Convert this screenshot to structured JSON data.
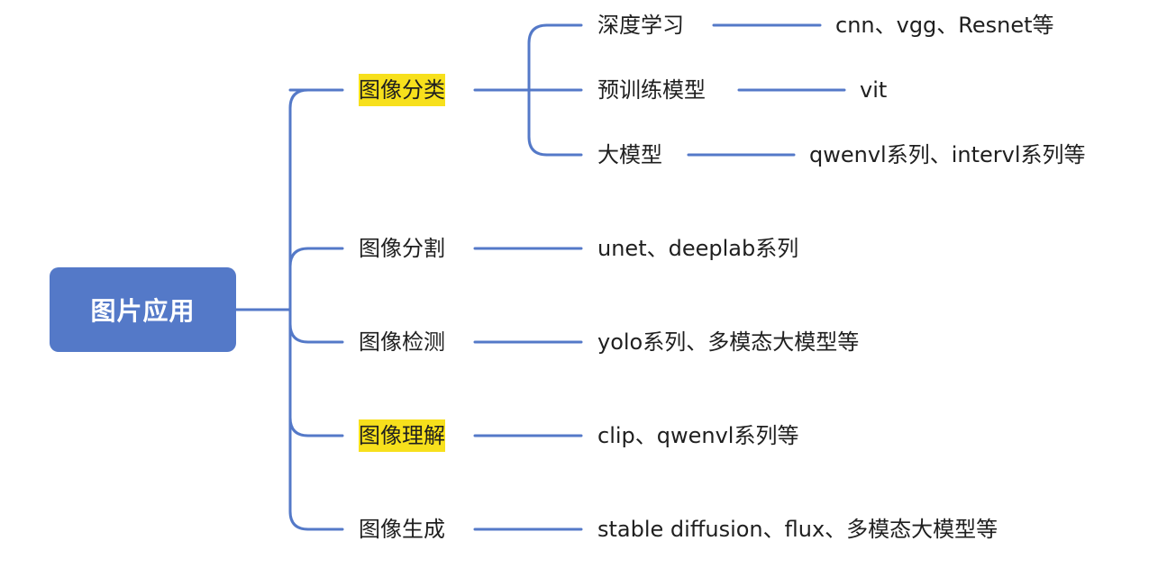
{
  "root": {
    "label": "图片应用"
  },
  "colors": {
    "line": "#5479c8",
    "root_fill": "#5479c8",
    "highlight": "#f7e01c",
    "text": "#1f1f1f"
  },
  "branches": [
    {
      "label": "图像分类",
      "highlighted": true,
      "children": [
        {
          "label": "深度学习",
          "leaf": "cnn、vgg、Resnet等"
        },
        {
          "label": "预训练模型",
          "leaf": "vit"
        },
        {
          "label": "大模型",
          "leaf": "qwenvl系列、intervl系列等"
        }
      ]
    },
    {
      "label": "图像分割",
      "highlighted": false,
      "leaf": "unet、deeplab系列"
    },
    {
      "label": "图像检测",
      "highlighted": false,
      "leaf": "yolo系列、多模态大模型等"
    },
    {
      "label": "图像理解",
      "highlighted": true,
      "leaf": "clip、qwenvl系列等"
    },
    {
      "label": "图像生成",
      "highlighted": false,
      "leaf": "stable diffusion、flux、多模态大模型等"
    }
  ]
}
